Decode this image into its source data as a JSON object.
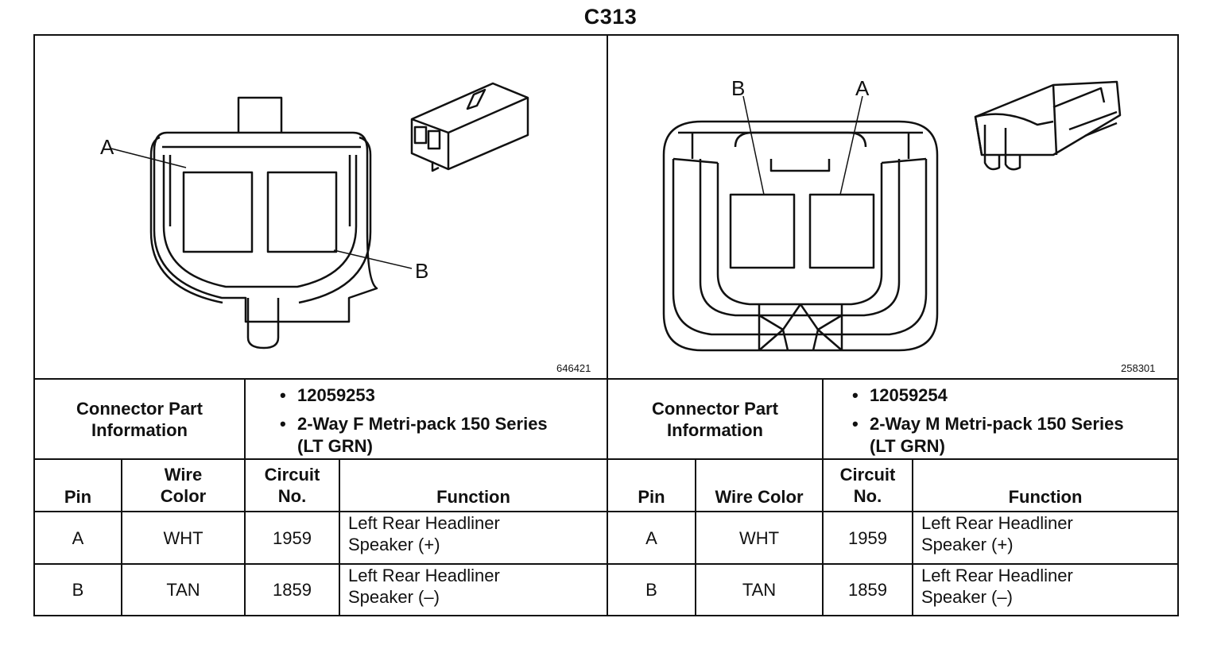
{
  "title": "C313",
  "left": {
    "figure_id": "646421",
    "pin_labels": {
      "a": "A",
      "b": "B"
    },
    "part_info_label": "Connector Part Information",
    "part_info": [
      "12059253",
      "2-Way F Metri-pack 150 Series",
      "(LT GRN)"
    ],
    "headers": {
      "pin": "Pin",
      "wire_color_line1": "Wire",
      "wire_color_line2": "Color",
      "circuit_line1": "Circuit",
      "circuit_line2": "No.",
      "function": "Function"
    },
    "rows": [
      {
        "pin": "A",
        "wire_color": "WHT",
        "circuit": "1959",
        "function_line1": "Left Rear Headliner",
        "function_line2": "Speaker (+)"
      },
      {
        "pin": "B",
        "wire_color": "TAN",
        "circuit": "1859",
        "function_line1": "Left Rear Headliner",
        "function_line2": "Speaker (–)"
      }
    ]
  },
  "right": {
    "figure_id": "258301",
    "pin_labels": {
      "a": "A",
      "b": "B"
    },
    "part_info_label": "Connector Part Information",
    "part_info": [
      "12059254",
      "2-Way M Metri-pack 150 Series",
      "(LT GRN)"
    ],
    "headers": {
      "pin": "Pin",
      "wire_color": "Wire Color",
      "circuit_line1": "Circuit",
      "circuit_line2": "No.",
      "function": "Function"
    },
    "rows": [
      {
        "pin": "A",
        "wire_color": "WHT",
        "circuit": "1959",
        "function_line1": "Left Rear Headliner",
        "function_line2": "Speaker (+)"
      },
      {
        "pin": "B",
        "wire_color": "TAN",
        "circuit": "1859",
        "function_line1": "Left Rear Headliner",
        "function_line2": "Speaker (–)"
      }
    ]
  }
}
